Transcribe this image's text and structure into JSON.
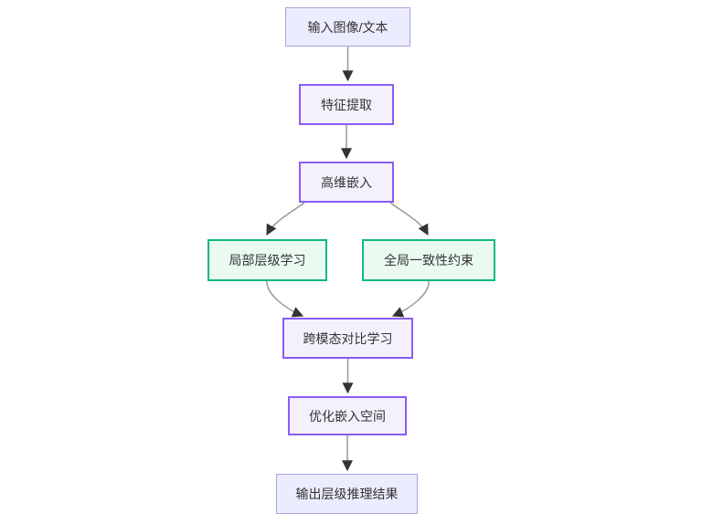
{
  "diagram": {
    "type": "flowchart",
    "direction": "top-down",
    "nodes": [
      {
        "id": "input",
        "label": "输入图像/文本",
        "style": "default"
      },
      {
        "id": "feature",
        "label": "特征提取",
        "style": "purple"
      },
      {
        "id": "embed",
        "label": "高维嵌入",
        "style": "purple"
      },
      {
        "id": "local",
        "label": "局部层级学习",
        "style": "green"
      },
      {
        "id": "global",
        "label": "全局一致性约束",
        "style": "green"
      },
      {
        "id": "crossmodal",
        "label": "跨模态对比学习",
        "style": "purple"
      },
      {
        "id": "optimize",
        "label": "优化嵌入空间",
        "style": "purple"
      },
      {
        "id": "output",
        "label": "输出层级推理结果",
        "style": "default"
      }
    ],
    "edges": [
      {
        "from": "input",
        "to": "feature"
      },
      {
        "from": "feature",
        "to": "embed"
      },
      {
        "from": "embed",
        "to": "local"
      },
      {
        "from": "embed",
        "to": "global"
      },
      {
        "from": "local",
        "to": "crossmodal"
      },
      {
        "from": "global",
        "to": "crossmodal"
      },
      {
        "from": "crossmodal",
        "to": "optimize"
      },
      {
        "from": "optimize",
        "to": "output"
      }
    ],
    "colors": {
      "background": "#ffffff",
      "text": "#333333",
      "default_fill": "#ececff",
      "default_border": "#a9a2dd",
      "purple_fill": "#f4f1fd",
      "purple_border": "#8b5cf6",
      "green_fill": "#eafaf1",
      "green_border": "#10b981",
      "edge_line": "#999999",
      "edge_arrow": "#333333"
    }
  }
}
